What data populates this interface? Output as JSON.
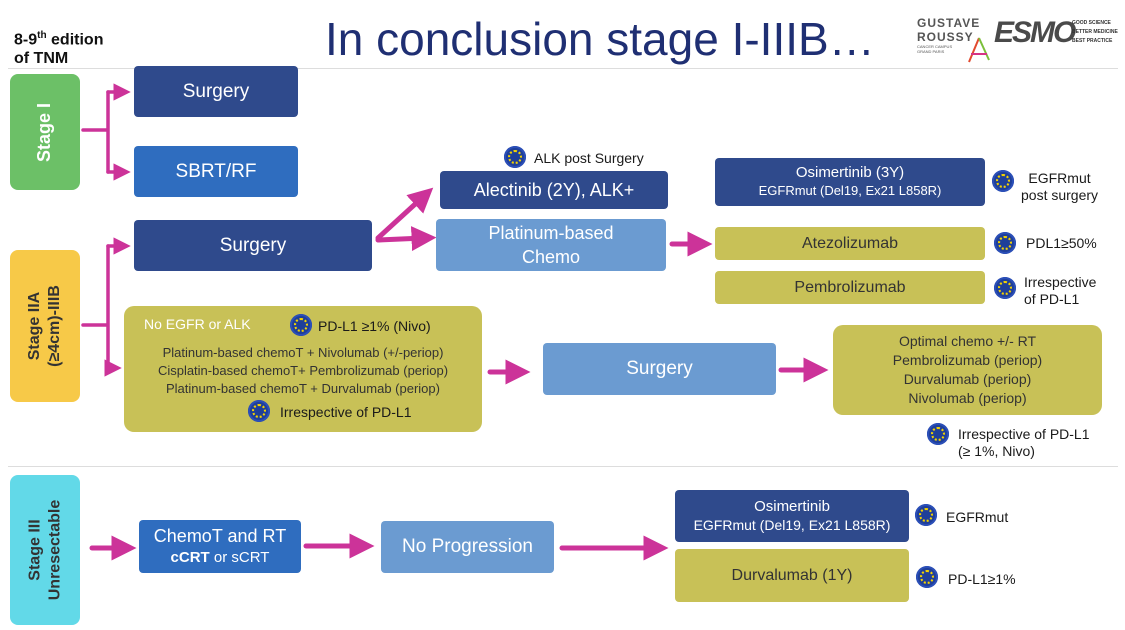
{
  "edition": {
    "line1": "8-9",
    "sup": "th",
    "line1_rest": " edition",
    "line2": "of TNM"
  },
  "title": "In conclusion stage I-IIIB…",
  "logos": {
    "gustave_line1": "GUSTAVE",
    "gustave_line2": "ROUSSY",
    "gustave_sub": "CANCER CAMPUS GRAND PARIS",
    "esmo": "ESMO",
    "esmo_tag1": "GOOD SCIENCE",
    "esmo_tag2": "BETTER MEDICINE",
    "esmo_tag3": "BEST PRACTICE"
  },
  "stages": {
    "stage1": "Stage I",
    "stage2_line1": "Stage IIA",
    "stage2_line2": "(≥4cm)-IIIB",
    "stage3_line1": "Stage III",
    "stage3_line2": "Unresectable"
  },
  "stage1": {
    "surgery": "Surgery",
    "sbrt": "SBRT/RF"
  },
  "stage2": {
    "surgery": "Surgery",
    "alk_note": "ALK post Surgery",
    "alectinib": "Alectinib (2Y), ALK+",
    "platinum_line1": "Platinum-based",
    "platinum_line2": "Chemo",
    "osimertinib_line1": "Osimertinib (3Y)",
    "osimertinib_line2": "EGFRmut (Del19, Ex21 L858R)",
    "egfr_note_line1": "EGFRmut",
    "egfr_note_line2": "post surgery",
    "atezolizumab": "Atezolizumab",
    "pdl1_note": "PDL1≥50%",
    "pembrolizumab": "Pembrolizumab",
    "irrespective_line1": "Irrespective",
    "irrespective_line2": "of PD-L1",
    "neo_header": "No EGFR or ALK",
    "neo_pdl1": "PD-L1 ≥1% (Nivo)",
    "neo_line1": "Platinum-based chemoT + Nivolumab (+/-periop)",
    "neo_line2": "Cisplatin-based chemoT+ Pembrolizumab (periop)",
    "neo_line3": "Platinum-based chemoT + Durvalumab (periop)",
    "neo_irrespective": "Irrespective of PD-L1",
    "surgery2": "Surgery",
    "adj_line1": "Optimal chemo +/- RT",
    "adj_line2": "Pembrolizumab (periop)",
    "adj_line3": "Durvalumab (periop)",
    "adj_line4": "Nivolumab (periop)",
    "adj_note_line1": "Irrespective of PD-L1",
    "adj_note_line2": "(≥ 1%, Nivo)"
  },
  "stage3": {
    "chemort_line1": "ChemoT and RT",
    "chemort_bold": "cCRT",
    "chemort_rest": " or sCRT",
    "no_progression": "No Progression",
    "osimertinib_line1": "Osimertinib",
    "osimertinib_line2": "EGFRmut (Del19, Ex21 L858R)",
    "egfr_note": "EGFRmut",
    "durvalumab": "Durvalumab (1Y)",
    "pdl1_note": "PD-L1≥1%"
  },
  "colors": {
    "arrow": "#cc3399",
    "dark_blue": "#2f4a8c",
    "mid_blue": "#2f6dbf",
    "light_blue": "#6b9bd1",
    "olive": "#c8c157",
    "stage1": "#6cc067",
    "stage2": "#f7c948",
    "stage3": "#62d9e8"
  }
}
